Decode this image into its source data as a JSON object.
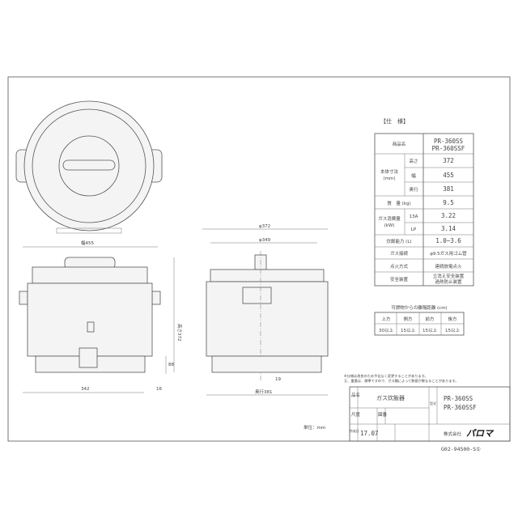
{
  "spec": {
    "heading": "【仕　様】",
    "product_name_label": "商品名",
    "models": [
      "PR-360SS",
      "PR-360SSF"
    ],
    "dimensions_label": "本体寸法\n(mm)",
    "dimensions_label_1": "本体寸法",
    "dimensions_label_2": "(mm)",
    "height_label": "高さ",
    "height": "372",
    "width_label": "幅",
    "width": "455",
    "depth_label": "奥行",
    "depth": "381",
    "weight_label": "質　量 (kg)",
    "weight": "9.5",
    "gas_label_1": "ガス消費量",
    "gas_label_2": "(kW)",
    "gas_13a_label": "13A",
    "gas_13a": "3.22",
    "gas_lp_label": "LP",
    "gas_lp": "3.14",
    "capacity_label": "炊飯能力 (L)",
    "capacity": "1.0~3.6",
    "connection_label": "ガス接続",
    "connection": "φ9.5ガス用ゴム管",
    "ignition_label": "点火方式",
    "ignition": "連続放電点火",
    "safety_label": "安全装置",
    "safety_1": "立消え安全装置",
    "safety_2": "過熱防止装置"
  },
  "clearance": {
    "title": "可燃物からの離隔距離 (cm)",
    "headers": [
      "上方",
      "側方",
      "前方",
      "後方"
    ],
    "values": [
      "30以上",
      "15以上",
      "15以上",
      "15以上"
    ]
  },
  "dimensions": {
    "front_width": "幅455",
    "height": "高さ372",
    "front_88": "88",
    "front_342": "342",
    "front_16": "16",
    "side_372": "φ372",
    "side_349": "φ349",
    "side_19": "19",
    "side_depth": "奥行381",
    "unit": "単位：mm"
  },
  "notes": {
    "line1": "※仕様は改良のため予告なく変更することがあります。",
    "line2": "又、重量は、標準ですので、ガス種によって数値が異なることがあります。"
  },
  "title_block": {
    "product_label": "品名",
    "product": "ガス炊飯器",
    "model_label": "型式",
    "models": [
      "PR-360SS",
      "PR-360SSF"
    ],
    "scale_label": "尺度",
    "drawn_label": "図番",
    "date_label": "作成日",
    "date": "17.07",
    "company": "株式会社",
    "brand": "パロマ",
    "drawing_number": "G02-94500-S①"
  }
}
